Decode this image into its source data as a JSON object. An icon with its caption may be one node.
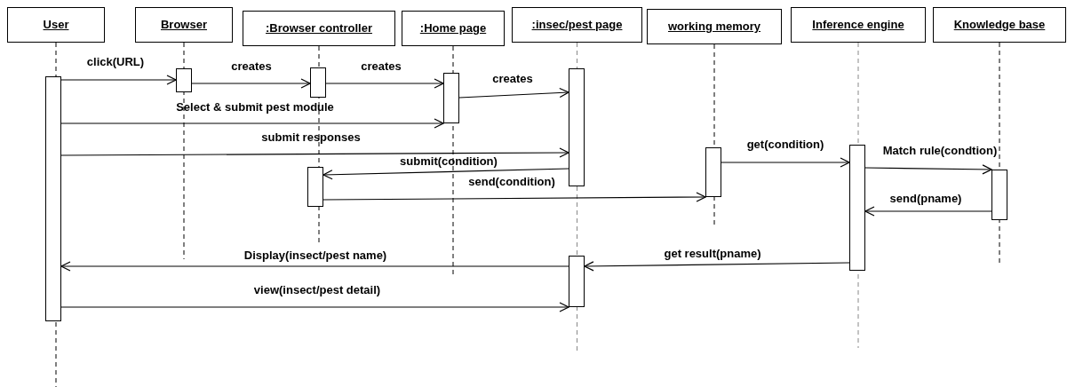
{
  "diagram": {
    "nodes": [
      {
        "text": [
          "User"
        ]
      },
      {
        "text": [
          "Browser"
        ]
      },
      {
        "text": [
          ":Browser controller"
        ]
      },
      {
        "text": [
          ":Home page"
        ]
      },
      {
        "text": [
          ":insec/pest page"
        ]
      },
      {
        "text": [
          "working memory"
        ]
      },
      {
        "text": [
          "Inference engine"
        ]
      },
      {
        "text": [
          "Knowledge base"
        ]
      },
      {
        "text": [],
        "shape": "bar"
      },
      {
        "text": [],
        "shape": "bar"
      },
      {
        "text": [],
        "shape": "bar"
      },
      {
        "text": [],
        "shape": "bar"
      },
      {
        "text": [],
        "shape": "bar"
      },
      {
        "text": [],
        "shape": "bar"
      },
      {
        "text": [],
        "shape": "bar"
      },
      {
        "text": [],
        "shape": "bar"
      },
      {
        "text": [],
        "shape": "bar"
      },
      {
        "text": [],
        "shape": "bar"
      }
    ],
    "edges": [
      {
        "from": 8,
        "to": 9,
        "arrow": "to",
        "label": "click(URL)"
      },
      {
        "from": 9,
        "to": 10,
        "arrow": "to",
        "label": "creates"
      },
      {
        "from": 10,
        "to": 11,
        "arrow": "to",
        "label": "creates"
      },
      {
        "from": 11,
        "to": 12,
        "arrow": "to",
        "label": "creates"
      },
      {
        "from": 8,
        "to": 11,
        "arrow": "to",
        "label": "Select & submit pest module"
      },
      {
        "from": 8,
        "to": 12,
        "arrow": "to",
        "label": "submit responses"
      },
      {
        "from": 12,
        "to": 13,
        "arrow": "to",
        "label": "submit(condition)"
      },
      {
        "from": 13,
        "to": 14,
        "arrow": "to",
        "label": "send(condition)"
      },
      {
        "from": 14,
        "to": 15,
        "arrow": "to",
        "label": "get(condition)"
      },
      {
        "from": 15,
        "to": 16,
        "arrow": "to",
        "label": "Match rule(condtion)"
      },
      {
        "from": 16,
        "to": 15,
        "arrow": "to",
        "label": "send(pname)"
      },
      {
        "from": 17,
        "to": 8,
        "arrow": "to",
        "label": "Display(insect/pest name)"
      },
      {
        "from": 15,
        "to": 17,
        "arrow": "to",
        "label": "get result(pname)"
      },
      {
        "from": 8,
        "to": 17,
        "arrow": "to",
        "label": "view(insect/pest detail)"
      }
    ]
  }
}
